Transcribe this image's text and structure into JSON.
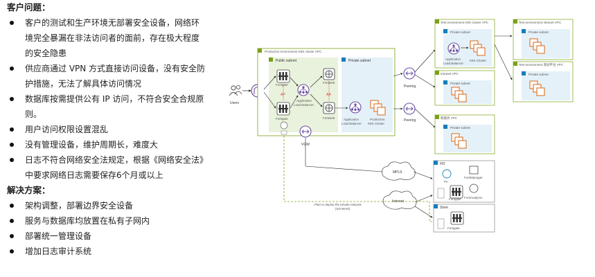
{
  "left_panel": {
    "problems_title": "客户问题：",
    "problems": [
      {
        "line1": "客户的测试和生产环境无部署安全设备，网络环",
        "line2": "境完全暴漏在非法访问者的面前，存在极大程度",
        "line3": "的安全隐患"
      },
      {
        "line1": "供应商通过 VPN 方式直接访问设备，没有安全防",
        "line2": "护措施，无法了解具体访问情况"
      },
      {
        "line1": "数据库按需提供公有 IP 访问，不符合安全合规原",
        "line2": "则。"
      },
      {
        "line1": "用户访问权限设置混乱"
      },
      {
        "line1": "没有管理设备，维护周期长，难度大"
      },
      {
        "line1": "日志不符合网络安全法规定，根据《网络安全法》",
        "line2": "中要求网络日志需要保存6个月或以上"
      }
    ],
    "solutions_title": "解决方案：",
    "solutions": [
      "架构调整，部署边界安全设备",
      "服务与数据库均放置在私有子网内",
      "部署统一管理设备",
      "增加日志审计系统"
    ]
  },
  "diagram": {
    "users": "Users",
    "production_vpc": "Production environment K8S cluster VPC",
    "public_subnet": "Public subnet",
    "private_subnet": "Private subnet",
    "fortigate": "Fortigate",
    "ap": "AP",
    "aa": "AA",
    "app_lb": "Application",
    "app_lb2": "Load Balancer",
    "fortiweb": "Fortiweb",
    "production": "Production",
    "k8s_cluster": "K8S Cluster",
    "peering": "Peering",
    "vgw": "VGW",
    "test_vpc_k8s": "Test environment K8S cluster VPC",
    "test_vpc_intranet": "Test environment Intranet VPC",
    "test_vpc_platform": "Test environment 测试平台 VPC",
    "intranet_vpc": "Intranet VPC",
    "new_vpc": "新服务 VPC",
    "ho": "HO",
    "pa": "PA",
    "fortimanager": "FortiManager",
    "fortianalyzer": "FortiAnalyzer",
    "store": "Store",
    "mpls": "MPLS",
    "internet": "Internet",
    "sdwan_line1": "Plan to deploy the private network",
    "sdwan_line2": "(SD-WAN)"
  },
  "colors": {
    "vpc_green": "#7aa116",
    "subnet_blue": "#147eba",
    "aws_orange": "#d86613",
    "red_label": "#d23c3c",
    "purple": "#6b4fa0"
  }
}
